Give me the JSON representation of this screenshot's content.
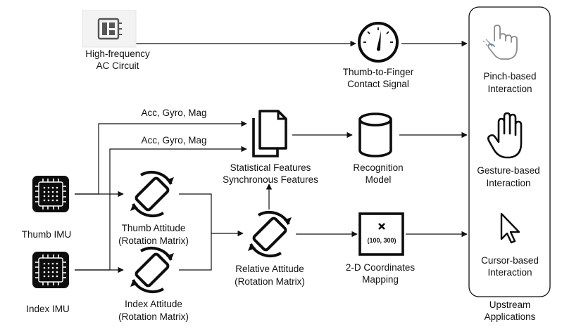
{
  "nodes": {
    "circuit": {
      "line1": "High-frequency",
      "line2": "AC Circuit"
    },
    "contact": {
      "line1": "Thumb-to-Finger",
      "line2": "Contact Signal"
    },
    "features": {
      "line1": "Statistical Features",
      "line2": "Synchronous Features"
    },
    "model": {
      "line1": "Recognition",
      "line2": "Model"
    },
    "thumb_imu": {
      "label": "Thumb IMU"
    },
    "index_imu": {
      "label": "Index IMU"
    },
    "thumb_att": {
      "line1": "Thumb Attitude",
      "line2": "(Rotation Matrix)"
    },
    "index_att": {
      "line1": "Index Attitude",
      "line2": "(Rotation Matrix)"
    },
    "relative_att": {
      "line1": "Relative Attitude",
      "line2": "(Rotation Matrix)"
    },
    "mapping": {
      "line1": "2-D Coordinates",
      "line2": "Mapping",
      "coord": "(100, 300)"
    }
  },
  "edges": {
    "thumb_sensors": "Acc, Gyro, Mag",
    "index_sensors": "Acc, Gyro, Mag"
  },
  "apps": {
    "title1": "Upstream",
    "title2": "Applications",
    "pinch": {
      "line1": "Pinch-based",
      "line2": "Interaction"
    },
    "gesture": {
      "line1": "Gesture-based",
      "line2": "Interaction"
    },
    "cursor": {
      "line1": "Cursor-based",
      "line2": "Interaction"
    }
  },
  "icons": {
    "circuit": "chip-board-icon",
    "gauge": "gauge-icon",
    "documents": "documents-icon",
    "database": "database-icon",
    "imu": "imu-chip-icon",
    "rotation": "rotation-icon",
    "crosshair": "coordinate-icon",
    "pinch": "pinch-hand-icon",
    "hand": "open-hand-icon",
    "cursor": "cursor-icon"
  }
}
